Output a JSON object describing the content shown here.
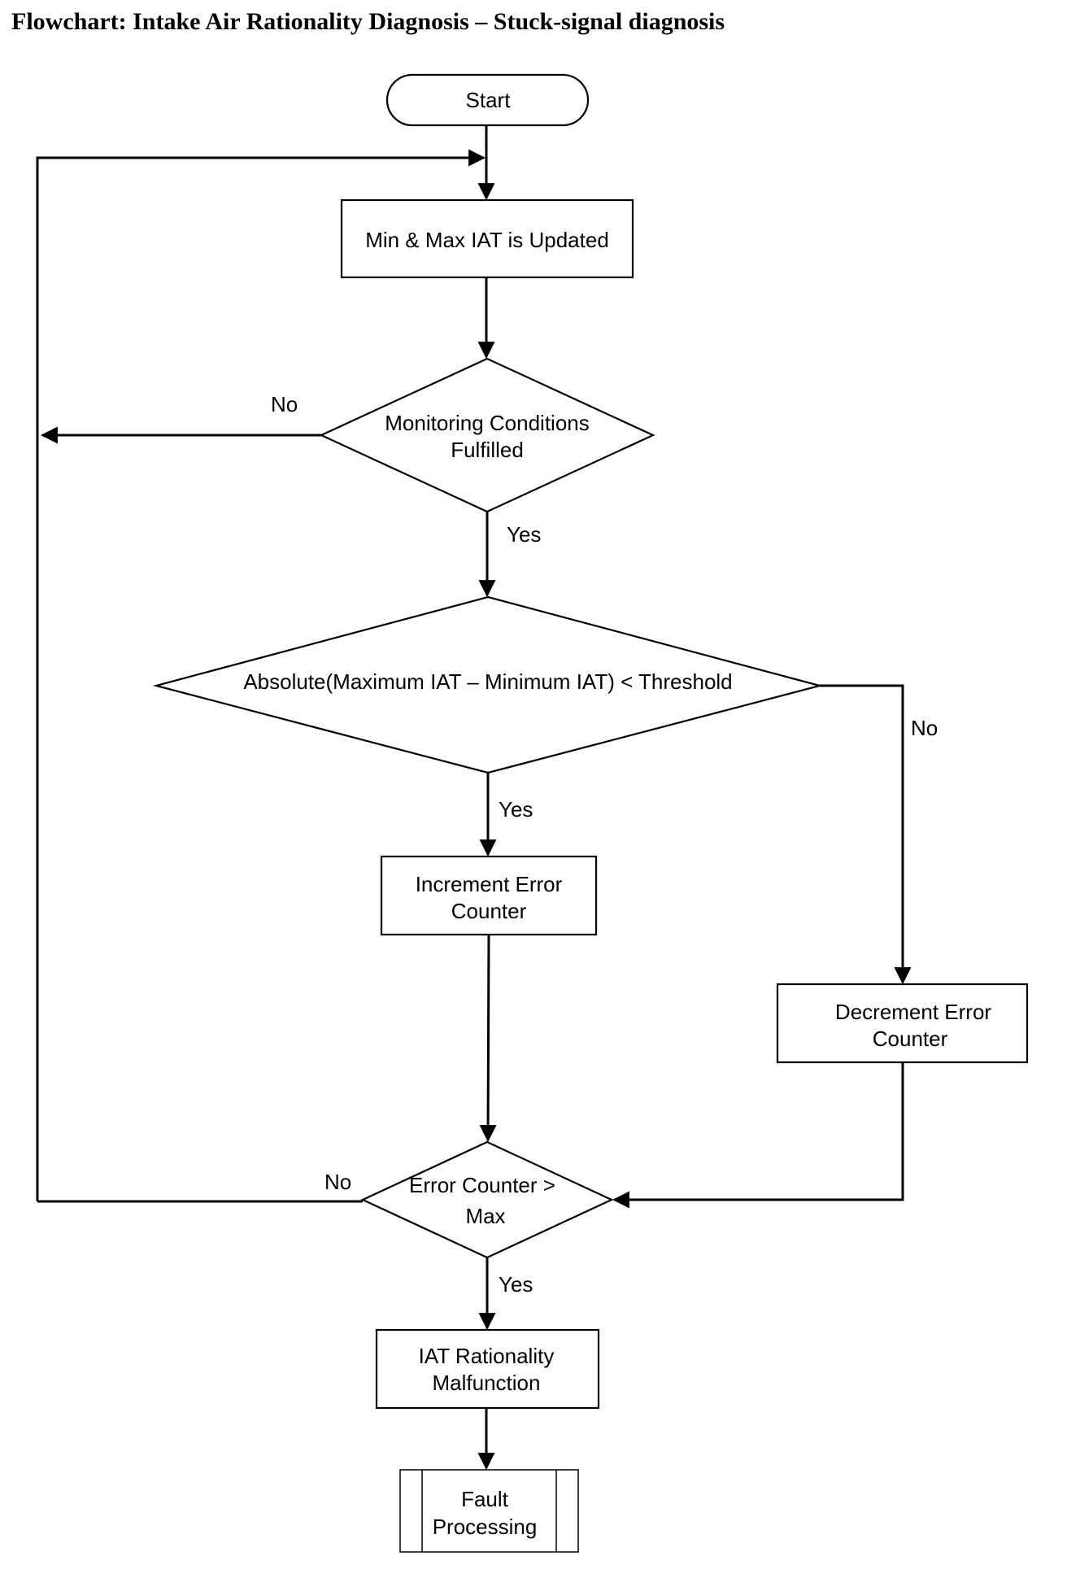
{
  "title": "Flowchart: Intake Air Rationality Diagnosis – Stuck-signal diagnosis",
  "nodes": {
    "start": "Start",
    "update": "Min & Max IAT is Updated",
    "monitoring_1": "Monitoring Conditions",
    "monitoring_2": "Fulfilled",
    "threshold": "Absolute(Maximum IAT – Minimum IAT) < Threshold",
    "increment_1": "Increment Error",
    "increment_2": "Counter",
    "decrement_1": "Decrement Error",
    "decrement_2": "Counter",
    "counter_1": "Error Counter >",
    "counter_2": "Max",
    "malfunction_1": "IAT Rationality",
    "malfunction_2": "Malfunction",
    "fault_1": "Fault",
    "fault_2": "Processing"
  },
  "edges": {
    "monitoring_no": "No",
    "monitoring_yes": "Yes",
    "threshold_yes": "Yes",
    "threshold_no": "No",
    "counter_no": "No",
    "counter_yes": "Yes"
  }
}
